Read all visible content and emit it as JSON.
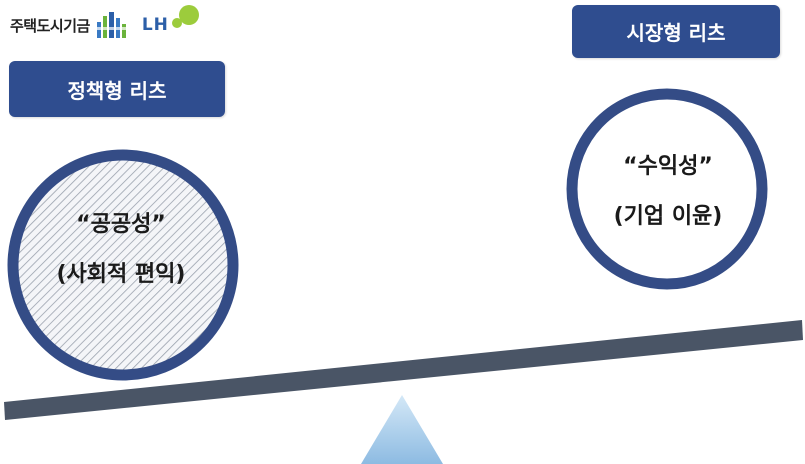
{
  "logo": {
    "text": "주택도시기금",
    "lh": "LH"
  },
  "left": {
    "label": "정책형 리츠",
    "line1": "“공공성”",
    "line2": "(사회적 편익)"
  },
  "right": {
    "label": "시장형 리츠",
    "line1": "“수익성”",
    "line2": "(기업 이윤)"
  },
  "colors": {
    "navy": "#2f4d8f",
    "circle_border": "#344c86",
    "beam": "#4a5566",
    "fulcrum": "#a6cbe8"
  }
}
